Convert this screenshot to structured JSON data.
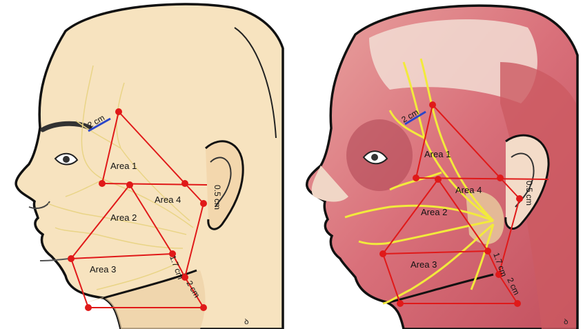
{
  "colors": {
    "skin": "#f7e3bf",
    "muscle": "#d9707a",
    "nerve": "#f2ea3c",
    "landmark": "#e01919",
    "measure_line": "#2a46c8",
    "outline": "#111111"
  },
  "left_panel": {
    "labels": {
      "area1": "Area 1",
      "area2": "Area 2",
      "area3": "Area 3",
      "area4": "Area 4",
      "m_2cm_top": "2 cm",
      "m_05cm": "0.5 cm",
      "m_17cm": "1.7 cm",
      "m_2cm_bottom": "2 cm"
    },
    "logo": "ꝺ"
  },
  "right_panel": {
    "labels": {
      "area1": "Area 1",
      "area2": "Area 2",
      "area3": "Area 3",
      "area4": "Area 4",
      "m_2cm_top": "2 cm",
      "m_05cm": "0.5 cm",
      "m_17cm": "1.7 cm",
      "m_2cm_bottom": "2 cm"
    },
    "logo": "ꝺ"
  }
}
